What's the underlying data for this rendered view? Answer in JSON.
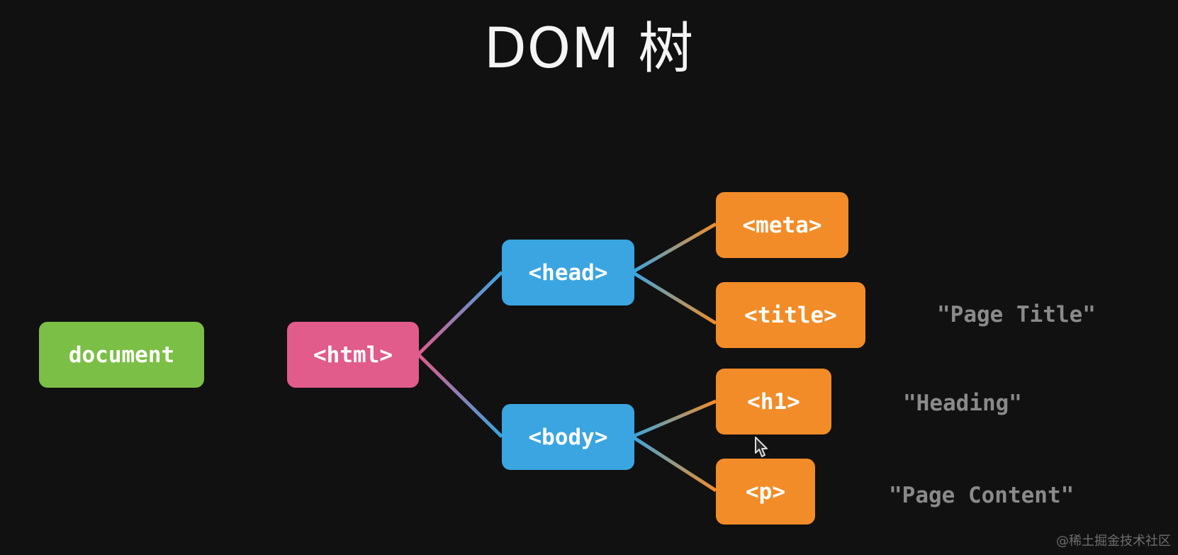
{
  "title": "DOM 树",
  "colors": {
    "background": "#111111",
    "document": "#7bbf46",
    "html": "#e15b8b",
    "head_body": "#3aa5e0",
    "leaf_tags": "#f28c28",
    "text_leaf": "#8a8a8a"
  },
  "nodes": {
    "document": "document",
    "html": "<html>",
    "head": "<head>",
    "body": "<body>",
    "meta": "<meta>",
    "title_tag": "<title>",
    "h1": "<h1>",
    "p": "<p>"
  },
  "text_nodes": {
    "page_title": "\"Page Title\"",
    "heading": "\"Heading\"",
    "page_content": "\"Page Content\""
  },
  "watermark": "@稀土掘金技术社区"
}
